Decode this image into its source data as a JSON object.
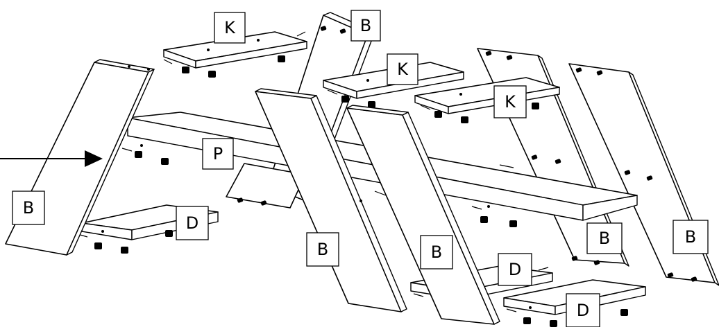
{
  "labels": {
    "k_top": "K",
    "b_back_left": "B",
    "k_mid": "K",
    "k_right": "K",
    "p_shelf": "P",
    "b_left": "B",
    "d_left": "D",
    "b_center_left": "B",
    "b_center_right": "B",
    "b_right_inner": "B",
    "b_right_outer": "B",
    "d_bottom_mid": "D",
    "d_bottom_right": "D"
  },
  "colors": {
    "line": "#000000",
    "panel": "#ffffff"
  }
}
